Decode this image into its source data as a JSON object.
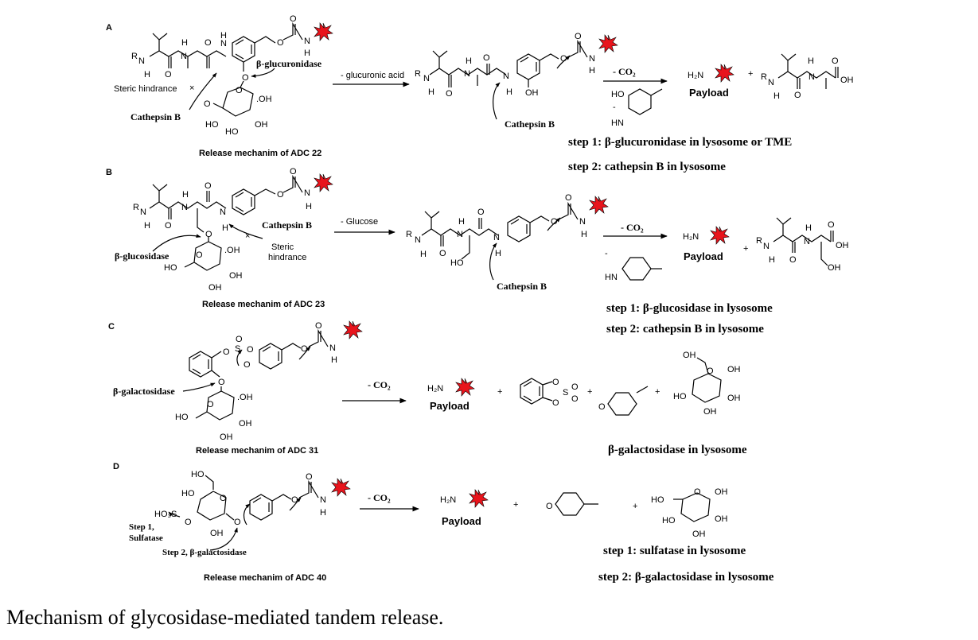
{
  "panels": {
    "A": {
      "label": "A",
      "caption": "Release mechanim of ADC 22",
      "enzyme_label": "β-glucuronidase",
      "protease_label": "Cathepsin B",
      "hindrance_label": "Steric hindrance",
      "protease_label_2": "Cathepsin B",
      "arrow1_label": "- glucuronic acid",
      "arrow2_label": "- CO₂",
      "payload_label": "Payload",
      "step1": "step 1: β-glucuronidase in lysosome or TME",
      "step2": "step 2: cathepsin B in lysosome"
    },
    "B": {
      "label": "B",
      "caption": "Release mechanim of ADC 23",
      "enzyme_label": "β-glucosidase",
      "protease_label": "Cathepsin B",
      "hindrance_label_1": "Steric",
      "hindrance_label_2": "hindrance",
      "protease_label_2": "Cathepsin B",
      "arrow1_label": "- Glucose",
      "arrow2_label": "- CO₂",
      "payload_label": "Payload",
      "step1": "step 1: β-glucosidase in lysosome",
      "step2": "step 2: cathepsin B in lysosome"
    },
    "C": {
      "label": "C",
      "caption": "Release mechanim of ADC 31",
      "enzyme_label": "β-galactosidase",
      "arrow_label": "- CO₂",
      "payload_label": "Payload",
      "step1": "β-galactosidase in lysosome"
    },
    "D": {
      "label": "D",
      "caption": "Release mechanim of ADC 40",
      "step1_enzyme_1": "Step 1,",
      "step1_enzyme_2": "Sulfatase",
      "step2_enzyme": "Step 2, β-galactosidase",
      "arrow_label": "- CO₂",
      "payload_label": "Payload",
      "step1": "step 1: sulfatase in lysosome",
      "step2": "step 2: β-galactosidase in lysosome"
    }
  },
  "figure_caption": "Mechanism of glycosidase-mediated tandem release.",
  "colors": {
    "payload_star": "#e8141c",
    "ink": "#000000"
  }
}
